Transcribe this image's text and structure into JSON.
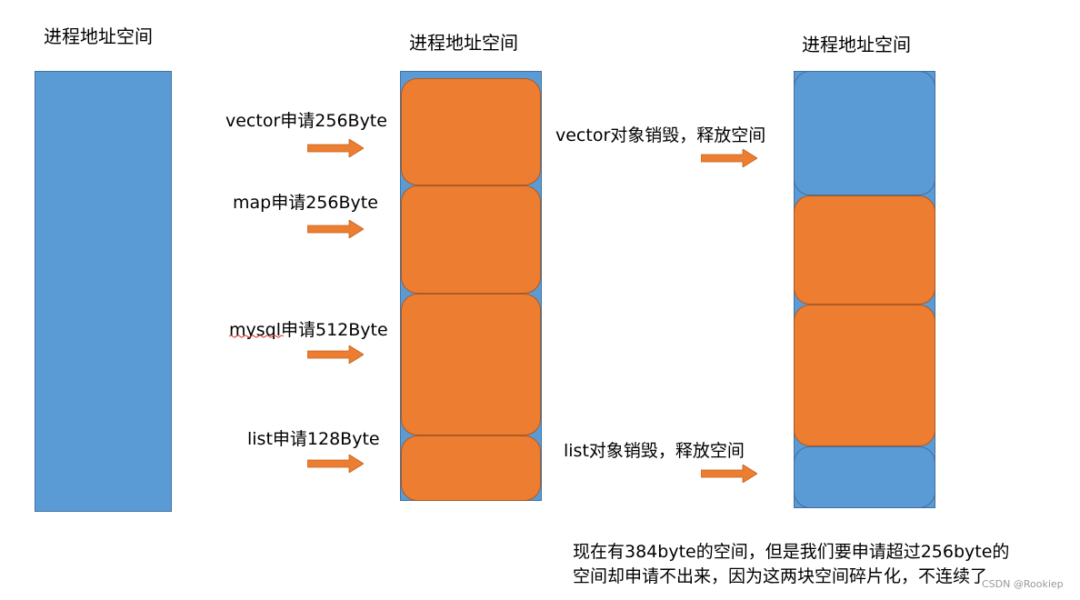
{
  "titles": {
    "left": "进程地址空间",
    "middle": "进程地址空间",
    "right": "进程地址空间"
  },
  "labels": {
    "vector_alloc": "vector申请256Byte",
    "map_alloc": "map申请256Byte",
    "mysql_alloc": "mysql申请512Byte",
    "list_alloc": "list申请128Byte",
    "vector_free": "vector对象销毁，释放空间",
    "list_free": "list对象销毁，释放空间"
  },
  "note": {
    "line1": "现在有384byte的空间，但是我们要申请超过256byte的",
    "line2": "空间却申请不出来，因为这两块空间碎片化，不连续了"
  },
  "watermark": "CSDN @Rookiep",
  "colors": {
    "free": "#5b9bd5",
    "used": "#ed7d31",
    "arrow": "#ed7d31"
  }
}
